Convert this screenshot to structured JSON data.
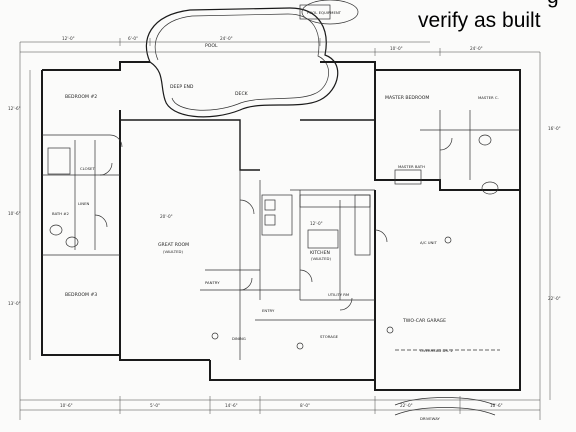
{
  "note": {
    "line1": "verify as built",
    "partial_line": "g"
  },
  "rooms": {
    "pool": "POOL",
    "pool_equipment": "POOL EQUIPMENT",
    "deep_end": "DEEP END",
    "deck": "DECK",
    "bedroom_2": "BEDROOM #2",
    "bedroom_3": "BEDROOM #3",
    "bath_2": "BATH #2",
    "great_room": "GREAT ROOM",
    "great_room_sub": "(VAULTED)",
    "master_bedroom": "MASTER BEDROOM",
    "master_closet": "MASTER C.",
    "master_bath": "MASTER BATH",
    "kitchen": "KITCHEN",
    "kitchen_sub": "(VAULTED)",
    "utility": "UTILITY RM",
    "dining": "DINING",
    "storage": "STORAGE",
    "two_car_garage": "TWO-CAR GARAGE",
    "entry": "ENTRY",
    "pantry": "PANTRY",
    "closet": "CLOSET",
    "linen": "LINEN",
    "garage_door": "OVERHEAD DR. 2",
    "driveway": "DRIVEWAY",
    "ac_unit": "A/C UNIT"
  },
  "dimensions": {
    "top_1": "12'-0\"",
    "top_2": "6'-0\"",
    "top_3": "24'-0\"",
    "top_4": "10'-0\"",
    "top_5": "24'-0\"",
    "left_1": "12'-6\"",
    "left_2": "10'-6\"",
    "left_3": "13'-0\"",
    "right_1": "16'-0\"",
    "right_2": "22'-0\"",
    "bottom_1": "10'-6\"",
    "bottom_2": "5'-0\"",
    "bottom_3": "14'-6\"",
    "bottom_4": "8'-0\"",
    "bottom_5": "22'-0\"",
    "bottom_6": "10'-6\"",
    "great_room_dim": "20'-0\"",
    "kitchen_dim": "12'-0\""
  }
}
